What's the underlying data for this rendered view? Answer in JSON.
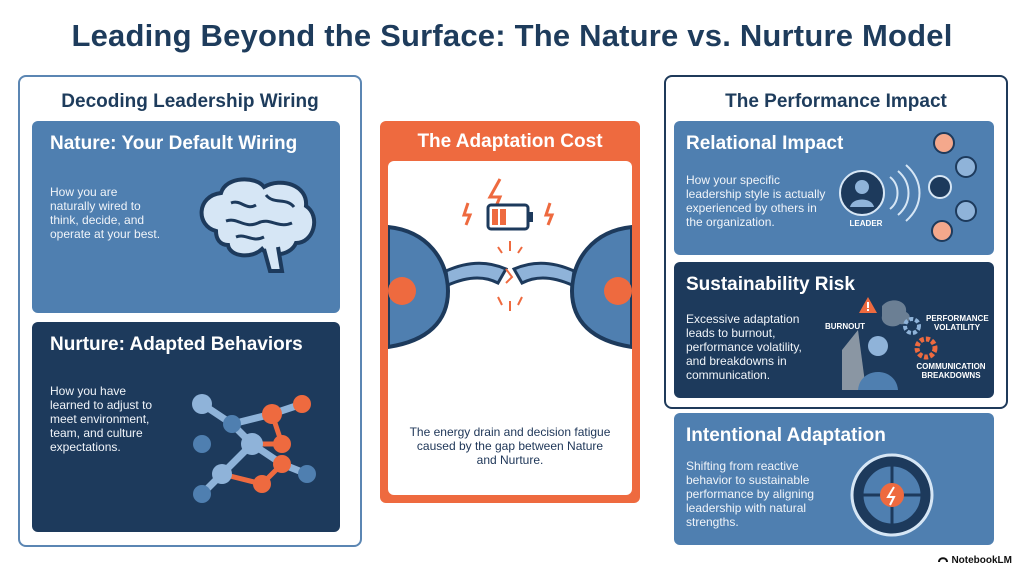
{
  "page": {
    "title": "Leading Beyond the Surface: The Nature vs. Nurture Model"
  },
  "left_panel": {
    "heading": "Decoding Leadership Wiring",
    "nature": {
      "title": "Nature: Your Default Wiring",
      "description": "How you are naturally wired to think, decide, and operate at your best."
    },
    "nurture": {
      "title": "Nurture: Adapted Behaviors",
      "description": "How you have learned to adjust to meet environment, team, and culture expectations."
    }
  },
  "center_panel": {
    "title": "The Adaptation Cost",
    "description": "The energy drain and decision fatigue caused by the gap between Nature and Nurture."
  },
  "right_panel": {
    "heading": "The Performance Impact",
    "relational": {
      "title": "Relational Impact",
      "description": "How your specific leadership style is actually experienced by others in the organization.",
      "leader_label": "LEADER"
    },
    "sustainability": {
      "title": "Sustainability Risk",
      "description": "Excessive adaptation leads to burnout, performance volatility, and breakdowns in communication.",
      "labels": {
        "burnout": "BURNOUT",
        "performance_volatility_1": "PERFORMANCE",
        "performance_volatility_2": "VOLATILITY",
        "communication_breakdowns_1": "COMMUNICATION",
        "communication_breakdowns_2": "BREAKDOWNS"
      }
    },
    "intentional": {
      "title": "Intentional Adaptation",
      "description": "Shifting from reactive behavior to sustainable performance by aligning leadership with natural strengths."
    }
  },
  "footer": {
    "brand": "NotebookLM"
  },
  "colors": {
    "navy": "#1d3a5c",
    "blue": "#4f7fb0",
    "orange": "#ee6a3f",
    "title": "#1e3c5c"
  },
  "icons": [
    "brain-icon",
    "network-icon",
    "battery-icon",
    "bridge-icon",
    "leader-icon",
    "emotion-face-icon",
    "burnout-person-icon",
    "warning-icon",
    "gear-icon",
    "puzzle-circle-icon"
  ]
}
